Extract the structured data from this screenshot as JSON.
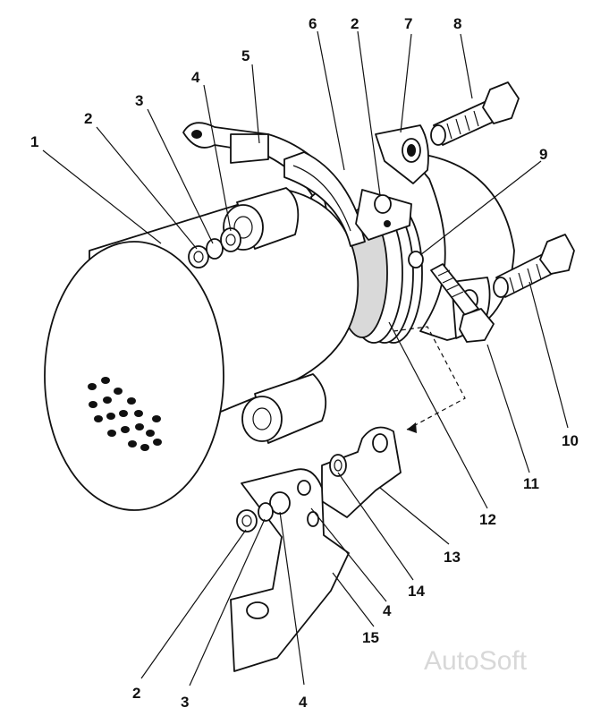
{
  "watermark": "AutoSoft",
  "callouts": {
    "c1": "1",
    "c2a": "2",
    "c3a": "3",
    "c4a": "4",
    "c5": "5",
    "c6": "6",
    "c2b": "2",
    "c7": "7",
    "c8": "8",
    "c9": "9",
    "c10": "10",
    "c11": "11",
    "c12": "12",
    "c13": "13",
    "c14": "14",
    "c4b": "4",
    "c15": "15",
    "c2c": "2",
    "c3c": "3",
    "c4c": "4"
  }
}
